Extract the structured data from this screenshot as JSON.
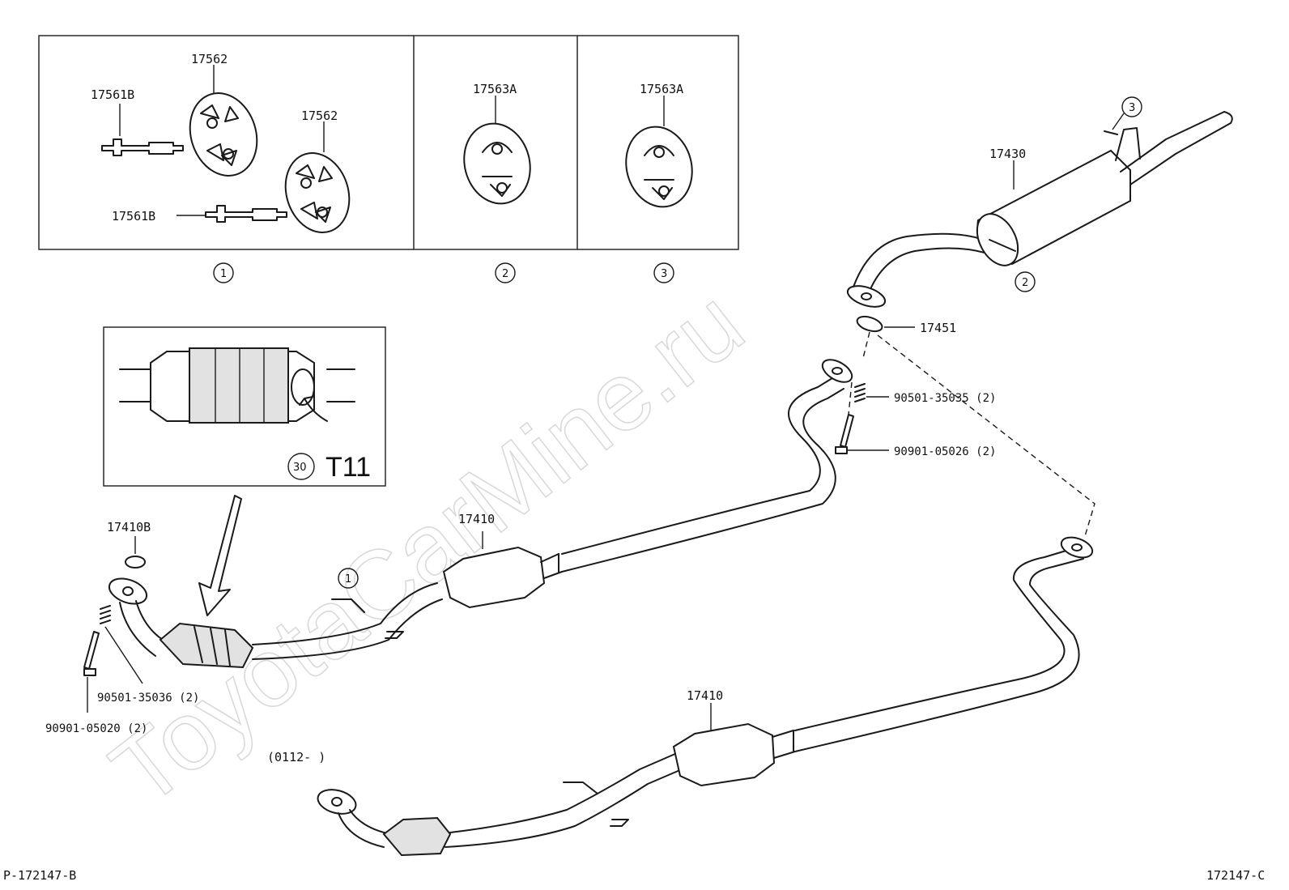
{
  "watermark": "ToyotaCarMine.ru",
  "inset_boxes": [
    {
      "id": "1",
      "parts": [
        "17562",
        "17561B",
        "17562",
        "17561B"
      ]
    },
    {
      "id": "2",
      "parts": [
        "17563A"
      ]
    },
    {
      "id": "3",
      "parts": [
        "17563A"
      ]
    }
  ],
  "labels": {
    "p17562_a": "17562",
    "p17561b_a": "17561B",
    "p17562_b": "17562",
    "p17561b_b": "17561B",
    "p17563a_a": "17563A",
    "p17563a_b": "17563A",
    "box1_ref": "1",
    "box2_ref": "2",
    "box3_ref": "3",
    "detail_code": "T11",
    "detail_icon_text": "30",
    "p17430": "17430",
    "ref3_tail": "3",
    "ref2_muffler": "2",
    "p17451": "17451",
    "p90501_35035": "90501-35035 (2)",
    "p90901_05026": "90901-05026 (2)",
    "p17410b": "17410B",
    "p17410_upper": "17410",
    "ref1_pipe": "1",
    "p90501_35036": "90501-35036 (2)",
    "p90901_05020": "90901-05020 (2)",
    "p17410_lower": "17410",
    "date_range": "(0112-      )",
    "footer_left": "P-172147-B",
    "footer_right": "172147-C"
  }
}
